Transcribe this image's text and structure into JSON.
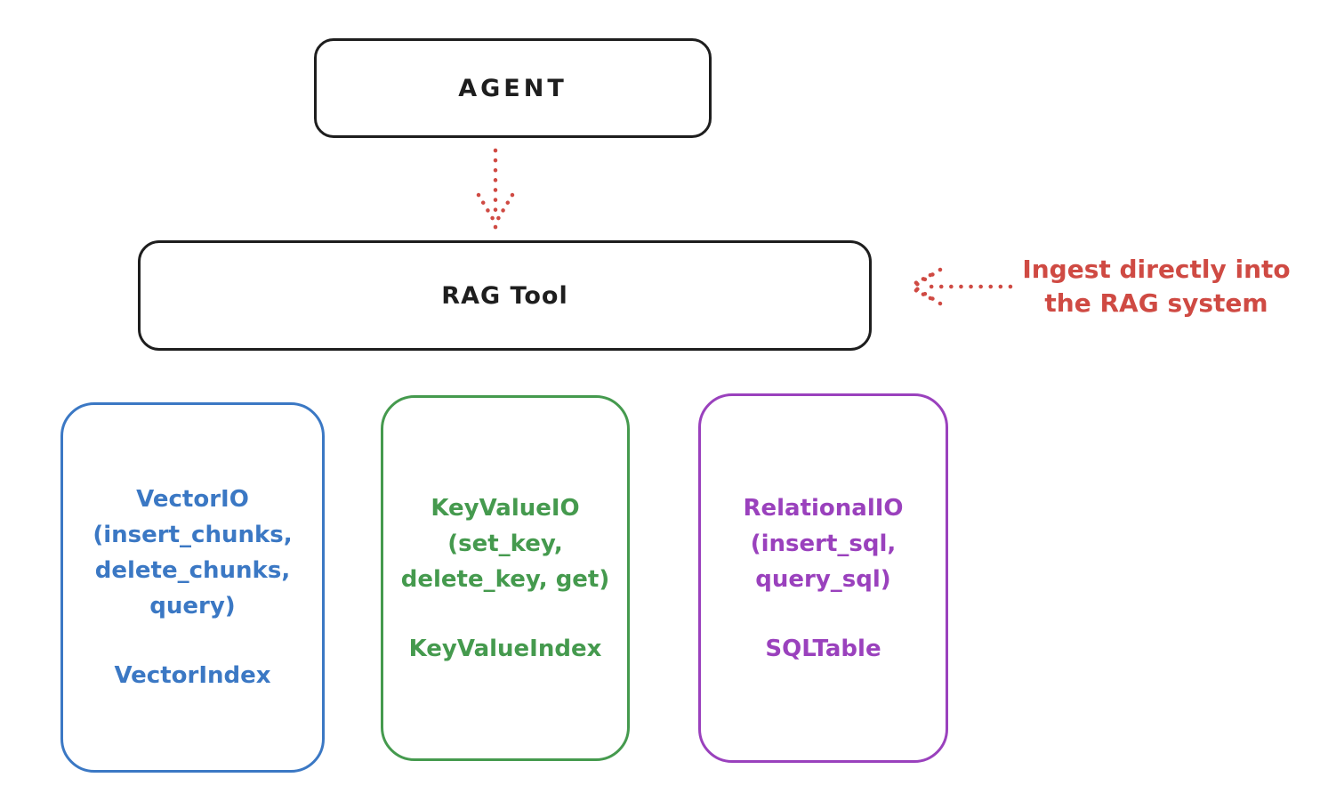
{
  "agent": {
    "label": "AGENT"
  },
  "rag_tool": {
    "label": "RAG Tool"
  },
  "annotation": {
    "line1": "Ingest directly into",
    "line2": "the RAG system",
    "color": "#cf4a43"
  },
  "arrows": [
    {
      "name": "agent-to-rag-tool",
      "style": "dotted",
      "direction": "down",
      "color": "#cf4a43"
    },
    {
      "name": "annotation-to-rag-tool",
      "style": "dotted",
      "direction": "left",
      "color": "#cf4a43"
    }
  ],
  "boxes": [
    {
      "title_lines": [
        "VectorIO",
        "(insert_chunks,",
        "delete_chunks,",
        "query)"
      ],
      "index_label": "VectorIndex",
      "color": "#3b78c4"
    },
    {
      "title_lines": [
        "KeyValueIO",
        "(set_key,",
        "delete_key, get)"
      ],
      "index_label": "KeyValueIndex",
      "color": "#459a4e"
    },
    {
      "title_lines": [
        "RelationalIO",
        "(insert_sql,",
        "query_sql)"
      ],
      "index_label": "SQLTable",
      "color": "#9a41bd"
    }
  ],
  "colors": {
    "outline": "#1e1e1e",
    "red": "#cf4a43",
    "blue": "#3b78c4",
    "green": "#459a4e",
    "purple": "#9a41bd",
    "background": "#ffffff"
  }
}
